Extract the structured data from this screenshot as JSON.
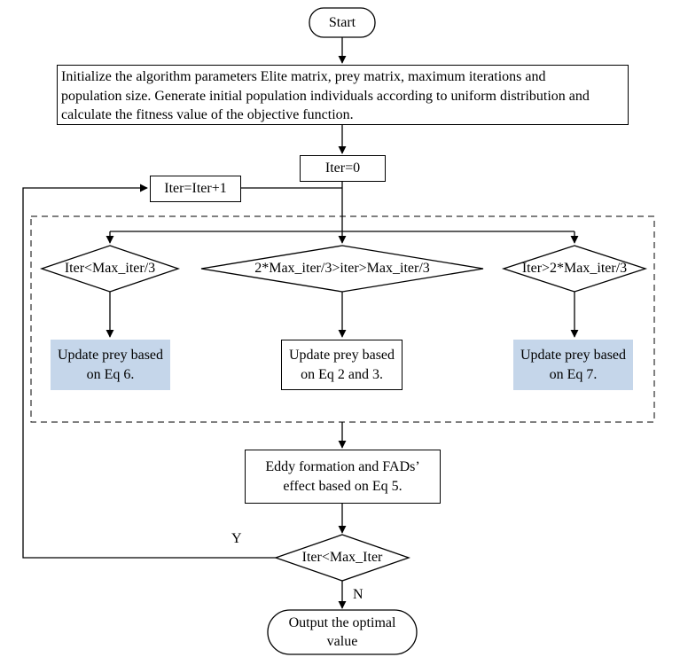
{
  "nodes": {
    "start": "Start",
    "init_line1": "Initialize the algorithm parameters Elite matrix, prey matrix, maximum  iterations and",
    "init_line2": "population size. Generate initial population individuals according to uniform distribution and",
    "init_line3": "calculate the fitness value of the objective function.",
    "iter0": "Iter=0",
    "iter_inc": "Iter=Iter+1",
    "cond_left": "Iter<Max_iter/3",
    "cond_mid": "2*Max_iter/3>iter>Max_iter/3",
    "cond_right": "Iter>2*Max_iter/3",
    "update_left_l1": "Update prey based",
    "update_left_l2": "on Eq 6.",
    "update_mid_l1": "Update prey based",
    "update_mid_l2": "on Eq 2 and 3.",
    "update_right_l1": "Update prey based",
    "update_right_l2": "on Eq 7.",
    "eddy_l1": "Eddy formation and FADs’",
    "eddy_l2": "effect based on Eq 5.",
    "loop_cond": "Iter<Max_Iter",
    "output_l1": "Output the optimal",
    "output_l2": "value"
  },
  "labels": {
    "yes": "Y",
    "no": "N"
  },
  "colors": {
    "highlight": "#c5d6ea",
    "line": "#000000"
  }
}
